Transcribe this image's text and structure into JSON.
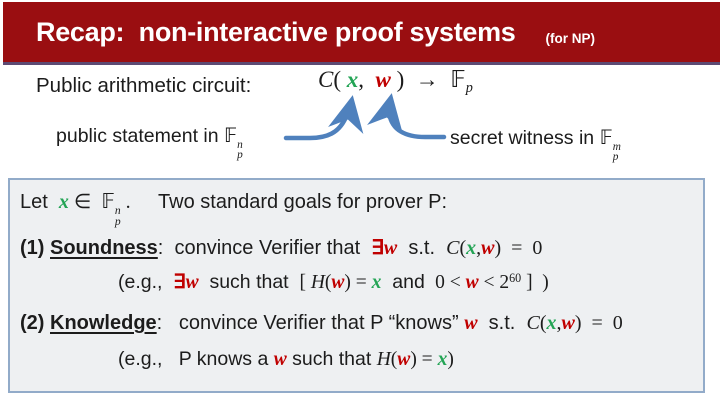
{
  "header": {
    "title": "Recap:  non-interactive proof systems",
    "tag": "(for NP)",
    "banner_color": "#9a0e11",
    "banner_edge_color": "#5d4a73"
  },
  "colors": {
    "statement_green": "#23a455",
    "witness_red": "#c00000",
    "arrow_blue": "#4f81bd",
    "box_border": "#92abc9",
    "box_fill": "#eef0f2"
  },
  "circuit_row": {
    "label": "Public arithmetic circuit:",
    "formula": [
      {
        "t": "C",
        "c": "m"
      },
      {
        "t": "( ",
        "c": "mp"
      },
      {
        "t": "x",
        "c": "g"
      },
      {
        "t": ",  ",
        "c": "mp"
      },
      {
        "t": "w",
        "c": "r"
      },
      {
        "t": " )",
        "c": "mp"
      },
      {
        "t": "  →  ",
        "c": "mp"
      },
      {
        "t": "𝔽",
        "c": "bb"
      },
      {
        "t": "p",
        "c": "sub"
      }
    ]
  },
  "labels": {
    "statement": [
      {
        "t": "public statement in ",
        "c": ""
      },
      {
        "t": "𝔽",
        "c": "bb"
      },
      {
        "t": "n|p",
        "c": "stk"
      }
    ],
    "witness": [
      {
        "t": "secret witness in ",
        "c": ""
      },
      {
        "t": "𝔽",
        "c": "bb"
      },
      {
        "t": "m|p",
        "c": "stk"
      }
    ]
  },
  "box": {
    "intro": [
      {
        "t": "Let  ",
        "c": ""
      },
      {
        "t": "x",
        "c": "g"
      },
      {
        "t": " ∈  ",
        "c": "mp"
      },
      {
        "t": "𝔽",
        "c": "bb"
      },
      {
        "t": "n|p",
        "c": "stk"
      },
      {
        "t": " .",
        "c": "mp"
      },
      {
        "t": "     Two standard goals for prover P:",
        "c": ""
      }
    ],
    "goal1": [
      {
        "t": "(1) ",
        "c": "b"
      },
      {
        "t": "Soundness",
        "c": "bu"
      },
      {
        "t": ":  convince Verifier that  ",
        "c": ""
      },
      {
        "t": "∃",
        "c": "rs"
      },
      {
        "t": "w",
        "c": "r"
      },
      {
        "t": "  s.t.  ",
        "c": ""
      },
      {
        "t": "C",
        "c": "m"
      },
      {
        "t": "(",
        "c": "mp"
      },
      {
        "t": "x",
        "c": "g"
      },
      {
        "t": ",",
        "c": "mp"
      },
      {
        "t": "w",
        "c": "r"
      },
      {
        "t": ")",
        "c": "mp"
      },
      {
        "t": "  =  0",
        "c": "mp"
      }
    ],
    "eg1": [
      {
        "t": "(e.g.,  ",
        "c": ""
      },
      {
        "t": "∃",
        "c": "rs"
      },
      {
        "t": "w",
        "c": "r"
      },
      {
        "t": "  such that  ",
        "c": ""
      },
      {
        "t": "[ ",
        "c": "mp"
      },
      {
        "t": "H",
        "c": "m"
      },
      {
        "t": "(",
        "c": "mp"
      },
      {
        "t": "w",
        "c": "r"
      },
      {
        "t": ") = ",
        "c": "mp"
      },
      {
        "t": "x",
        "c": "g"
      },
      {
        "t": "  and ",
        "c": ""
      },
      {
        "t": " 0 < ",
        "c": "mp"
      },
      {
        "t": "w",
        "c": "r"
      },
      {
        "t": " < 2",
        "c": "mp"
      },
      {
        "t": "60",
        "c": "sup"
      },
      {
        "t": " ]  )",
        "c": "mp"
      }
    ],
    "goal2": [
      {
        "t": "(2) ",
        "c": "b"
      },
      {
        "t": "Knowledge",
        "c": "bu"
      },
      {
        "t": ":   convince Verifier that P “knows” ",
        "c": ""
      },
      {
        "t": "w",
        "c": "r"
      },
      {
        "t": "  s.t.  ",
        "c": ""
      },
      {
        "t": "C",
        "c": "m"
      },
      {
        "t": "(",
        "c": "mp"
      },
      {
        "t": "x",
        "c": "g"
      },
      {
        "t": ",",
        "c": "mp"
      },
      {
        "t": "w",
        "c": "r"
      },
      {
        "t": ")",
        "c": "mp"
      },
      {
        "t": "  =  0",
        "c": "mp"
      }
    ],
    "eg2": [
      {
        "t": "(e.g.,   P knows a ",
        "c": ""
      },
      {
        "t": "w",
        "c": "r"
      },
      {
        "t": " such that ",
        "c": ""
      },
      {
        "t": "H",
        "c": "m"
      },
      {
        "t": "(",
        "c": "mp"
      },
      {
        "t": "w",
        "c": "r"
      },
      {
        "t": ") = ",
        "c": "mp"
      },
      {
        "t": "x",
        "c": "g"
      },
      {
        "t": ")",
        "c": "mp"
      }
    ]
  }
}
